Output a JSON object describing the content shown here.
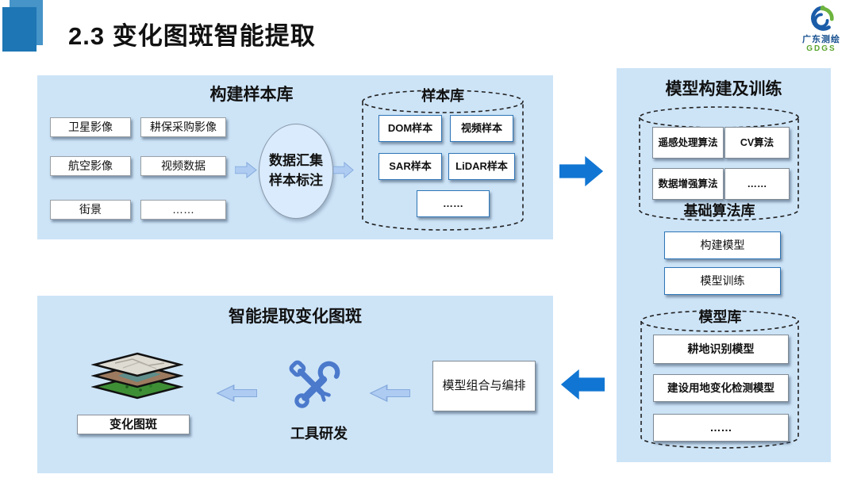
{
  "slide": {
    "title": "2.3 变化图斑智能提取"
  },
  "logo": {
    "name": "广东测绘",
    "abbr": "GDGS"
  },
  "sample_panel": {
    "header": "构建样本库",
    "sources": [
      "卫星影像",
      "耕保采购影像",
      "航空影像",
      "视频数据",
      "街景",
      "……"
    ],
    "collect_line1": "数据汇集",
    "collect_line2": "样本标注",
    "library_title": "样本库",
    "library_items": [
      "DOM样本",
      "视频样本",
      "SAR样本",
      "LiDAR样本",
      "……"
    ]
  },
  "model_panel": {
    "header": "模型构建及训练",
    "algo_library_title": "基础算法库",
    "algo_items": [
      "遥感处理算法",
      "CV算法",
      "数据增强算法",
      "……"
    ],
    "steps": [
      "构建模型",
      "模型训练"
    ],
    "model_library_title": "模型库",
    "model_items": [
      "耕地识别模型",
      "建设用地变化检测模型",
      "……"
    ]
  },
  "extract_panel": {
    "header": "智能提取变化图斑",
    "result_label": "变化图斑",
    "tool_label": "工具研发",
    "compose_label": "模型组合与编排"
  },
  "colors": {
    "panel_bg": "#cde4f7",
    "big_arrow": "#1176d3",
    "small_arrow_fill": "#aecbf2",
    "small_arrow_stroke": "#84a9dc",
    "accent_border": "#2e75b6",
    "logo_blue": "#17508f",
    "logo_green": "#5aa42d"
  }
}
